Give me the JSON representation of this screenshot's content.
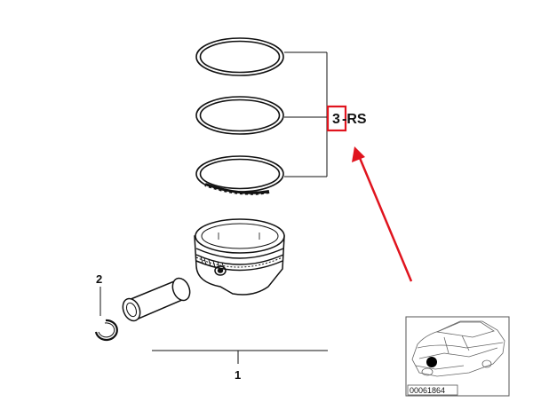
{
  "callouts": {
    "part_1": "1",
    "part_2": "2",
    "part_3_number": "3",
    "part_3_suffix": "-RS"
  },
  "inset": {
    "image_number": "00061864"
  },
  "colors": {
    "line": "#111111",
    "highlight": "#e0141e",
    "background": "#ffffff"
  }
}
